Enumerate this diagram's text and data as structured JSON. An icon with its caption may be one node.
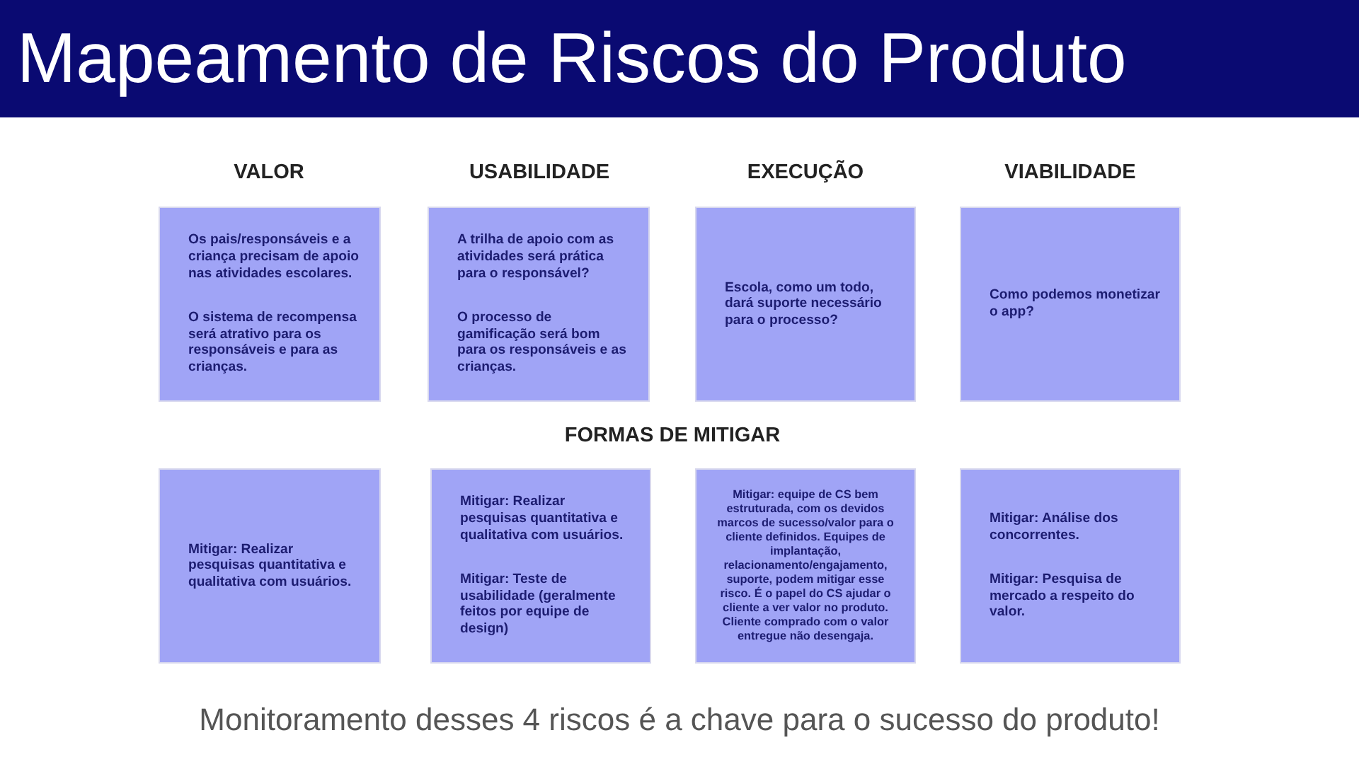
{
  "diagram": {
    "title": "Mapeamento de Riscos do Produto",
    "caption": "Monitoramento desses 4 riscos é a chave para o sucesso do produto!",
    "nodes": [
      {
        "text": [
          "Os pais/responsáveis e a criança precisam de apoio nas atividades escolares.",
          "O sistema de recompensa será atrativo para os responsáveis e para as crianças."
        ]
      },
      {
        "text": [
          "A trilha de apoio com as atividades será prática para o responsável?",
          "O processo de gamificação será bom para os responsáveis e as crianças."
        ]
      },
      {
        "text": [
          "Escola, como um todo, dará suporte necessário para o processo?"
        ]
      },
      {
        "text": [
          "Como podemos monetizar o app?"
        ]
      },
      {
        "text": [
          "Mitigar: Realizar pesquisas quantitativa e qualitativa com usuários."
        ]
      },
      {
        "text": [
          "Mitigar: Realizar pesquisas quantitativa e qualitativa com usuários.",
          "Mitigar: Teste de usabilidade (geralmente feitos por equipe de design)"
        ]
      },
      {
        "text": [
          "Mitigar: equipe de CS bem estruturada, com os devidos marcos de sucesso/valor para o cliente definidos. Equipes de implantação, relacionamento/engajamento, suporte, podem mitigar esse risco. É o papel do CS ajudar o cliente a ver valor no produto. Cliente comprado com o valor entregue não desengaja."
        ]
      },
      {
        "text": [
          "Mitigar: Análise dos concorrentes.",
          "Mitigar: Pesquisa de mercado a respeito do valor."
        ]
      }
    ],
    "labels": [
      "VALOR",
      "USABILIDADE",
      "EXECUÇÃO",
      "VIABILIDADE",
      "FORMAS DE MITIGAR"
    ]
  }
}
